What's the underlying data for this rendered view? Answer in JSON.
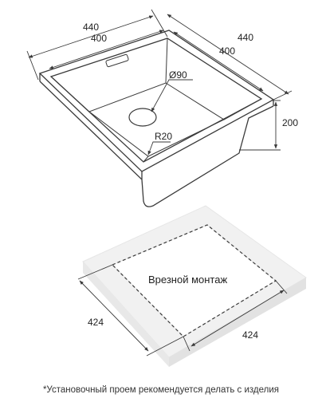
{
  "sink_diagram": {
    "dim_width_outer": "440",
    "dim_width_inner": "400",
    "dim_depth_outer": "440",
    "dim_depth_inner": "400",
    "dim_drain": "Ø90",
    "dim_radius": "R20",
    "dim_height": "200"
  },
  "cutout_diagram": {
    "mount_label": "Врезной монтаж",
    "dim_left": "424",
    "dim_right": "424"
  },
  "footnote": "*Установочный проем рекомендуется делать с изделия",
  "colors": {
    "line": "#3a3a3a",
    "slab_fill": "#f1f1f1",
    "slab_edge": "#e4e4e4"
  }
}
